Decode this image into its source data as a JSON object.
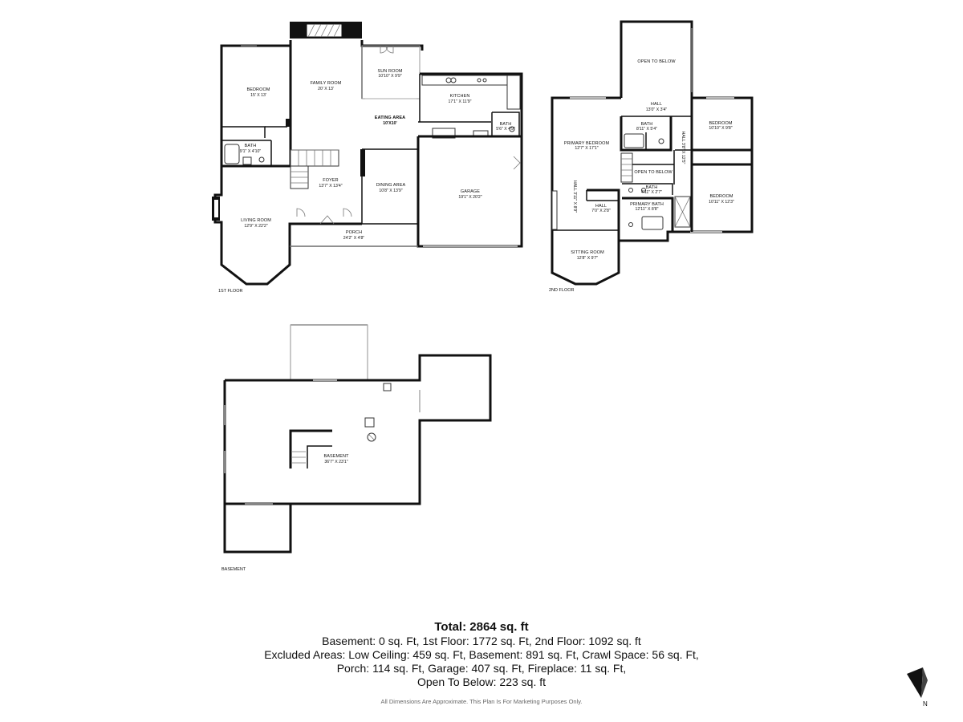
{
  "floors": {
    "first": {
      "label": "1ST FLOOR",
      "rooms": [
        {
          "id": "bedroom",
          "name": "BEDROOM",
          "dims": "15' X 13'"
        },
        {
          "id": "family-room",
          "name": "FAMILY ROOM",
          "dims": "20' X 13'"
        },
        {
          "id": "sun-room",
          "name": "SUN ROOM",
          "dims": "10'10\" X 9'9\""
        },
        {
          "id": "kitchen",
          "name": "KITCHEN",
          "dims": "17'1\" X 11'9\""
        },
        {
          "id": "eating-area",
          "name": "EATING AREA",
          "dims": "10'X10'"
        },
        {
          "id": "bath-a",
          "name": "BATH",
          "dims": "9'1\" X 4'10\""
        },
        {
          "id": "bath-b",
          "name": "BATH",
          "dims": "5'6\" X 4'9\""
        },
        {
          "id": "foyer",
          "name": "FOYER",
          "dims": "13'7\" X 13'4\""
        },
        {
          "id": "dining-area",
          "name": "DINING AREA",
          "dims": "10'8\" X 13'9\""
        },
        {
          "id": "garage",
          "name": "GARAGE",
          "dims": "19'1\" X 20'2\""
        },
        {
          "id": "living-room",
          "name": "LIVING ROOM",
          "dims": "12'9\" X 22'2\""
        },
        {
          "id": "porch",
          "name": "PORCH",
          "dims": "24'2\" X 4'8\""
        }
      ]
    },
    "second": {
      "label": "2ND FLOOR",
      "rooms": [
        {
          "id": "open-to-below-top",
          "name": "OPEN TO BELOW",
          "dims": ""
        },
        {
          "id": "hall-top",
          "name": "HALL",
          "dims": "13'0\" X 3'4\""
        },
        {
          "id": "bedroom-ne",
          "name": "BEDROOM",
          "dims": "10'10\" X 9'8\""
        },
        {
          "id": "primary-bedroom",
          "name": "PRIMARY BEDROOM",
          "dims": "12'7\" X 17'1\""
        },
        {
          "id": "bath-upper",
          "name": "BATH",
          "dims": "8'11\" X 5'4\""
        },
        {
          "id": "hall-vertical",
          "name": "HALL",
          "dims": "3'8\" X 12'5\""
        },
        {
          "id": "open-to-below-mid",
          "name": "OPEN TO BELOW",
          "dims": ""
        },
        {
          "id": "bath-small",
          "name": "BATH",
          "dims": "4'11\" X 2'7\""
        },
        {
          "id": "hall-small",
          "name": "HALL",
          "dims": "7'0\" X 2'8\""
        },
        {
          "id": "primary-bath",
          "name": "PRIMARY BATH",
          "dims": "12'11\" X 8'8\""
        },
        {
          "id": "bedroom-se",
          "name": "BEDROOM",
          "dims": "10'11\" X 12'3\""
        },
        {
          "id": "hall-side",
          "name": "HALL",
          "dims": "3'11\" X 8'9\""
        },
        {
          "id": "sitting-room",
          "name": "SITTING ROOM",
          "dims": "12'8\" X 9'7\""
        }
      ]
    },
    "basement": {
      "label": "BASEMENT",
      "rooms": [
        {
          "id": "basement-main",
          "name": "BASEMENT",
          "dims": "36'7\" X 23'1\""
        }
      ]
    }
  },
  "summary": {
    "total": "Total: 2864 sq. ft",
    "lines": [
      "Basement: 0 sq. Ft, 1st Floor: 1772 sq. Ft, 2nd Floor: 1092 sq. ft",
      "Excluded Areas: Low Ceiling: 459 sq. Ft, Basement: 891 sq. Ft, Crawl Space: 56 sq. Ft,",
      "Porch: 114 sq. Ft, Garage: 407 sq. Ft, Fireplace: 11 sq. Ft,",
      "Open To Below: 223 sq. ft"
    ]
  },
  "disclaimer": "All Dimensions Are Approximate. This Plan Is For Marketing Purposes Only.",
  "compass": {
    "label": "N",
    "icon": "north-arrow-icon"
  }
}
